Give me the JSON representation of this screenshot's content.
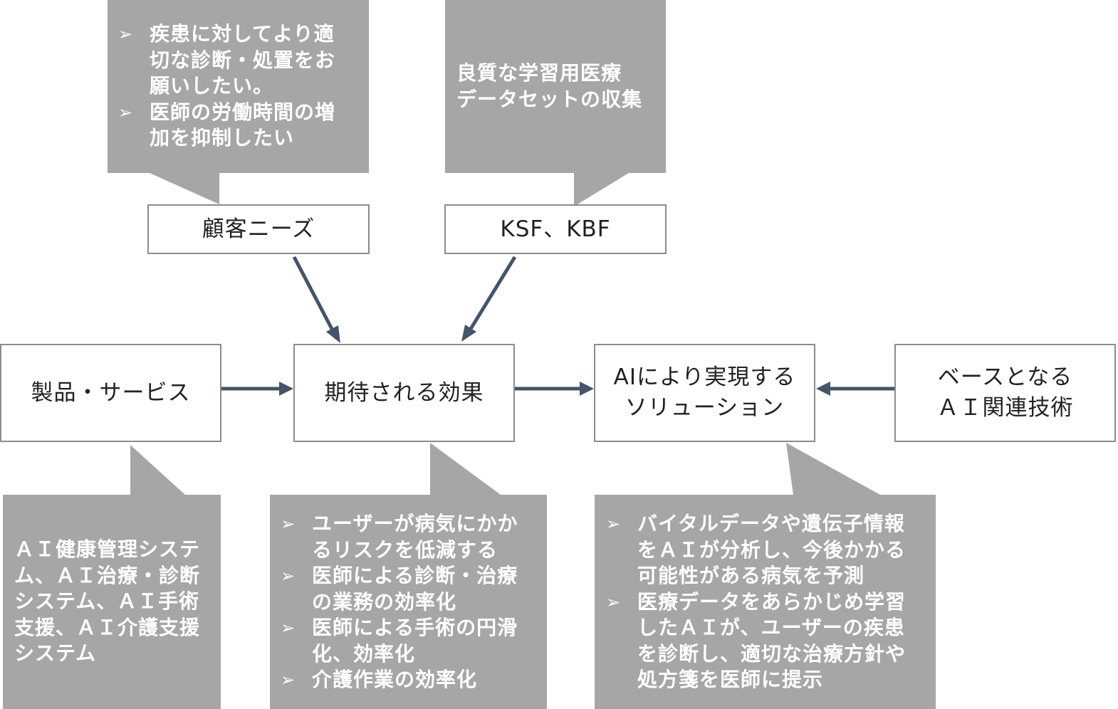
{
  "colors": {
    "callout_fill": "#a6a6a6",
    "box_border": "#8c8c8c",
    "arrow": "#44546a",
    "callout_text": "#ffffff",
    "box_text": "#222222"
  },
  "nodes": {
    "customer_needs": "顧客ニーズ",
    "ksf_kbf": "KSF、KBF",
    "products_services": "製品・サービス",
    "expected_effects": "期待される効果",
    "ai_solution": [
      "AIにより実現する",
      "ソリューション"
    ],
    "base_ai_tech": [
      "ベースとなる",
      "ＡＩ関連技術"
    ]
  },
  "callouts": {
    "customer_needs": {
      "bullets": [
        [
          "疾患に対してより適",
          "切な診断・処置をお",
          "願いしたい。"
        ],
        [
          "医師の労働時間の増",
          "加を抑制したい"
        ]
      ]
    },
    "ksf_kbf": {
      "lines": [
        "良質な学習用医療",
        "データセットの収集"
      ]
    },
    "products_services": {
      "lines": [
        "ＡＩ健康管理システ",
        "ム、ＡＩ治療・診断",
        "システム、ＡＩ手術",
        "支援、ＡＩ介護支援",
        "システム"
      ]
    },
    "expected_effects": {
      "bullets": [
        [
          "ユーザーが病気にかか",
          "るリスクを低減する"
        ],
        [
          "医師による診断・治療",
          "の業務の効率化"
        ],
        [
          "医師による手術の円滑",
          "化、効率化"
        ],
        [
          "介護作業の効率化"
        ]
      ]
    },
    "ai_solution": {
      "bullets": [
        [
          "バイタルデータや遺伝子情報",
          "をＡＩが分析し、今後かかる",
          "可能性がある病気を予測"
        ],
        [
          "医療データをあらかじめ学習",
          "したＡＩが、ユーザーの疾患",
          "を診断し、適切な治療方針や",
          "処方箋を医師に提示"
        ]
      ]
    }
  }
}
